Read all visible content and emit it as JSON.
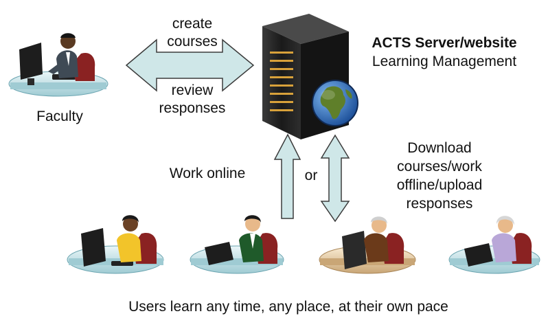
{
  "server": {
    "title": "ACTS Server/website",
    "subtitle": "Learning Management"
  },
  "faculty": {
    "label": "Faculty"
  },
  "faculty_arrow": {
    "top_line1": "create",
    "top_line2": "courses",
    "bottom_line1": "review",
    "bottom_line2": "responses"
  },
  "work_online": {
    "label": "Work online"
  },
  "or_label": "or",
  "download": {
    "line1": "Download",
    "line2": "courses/work",
    "line3": "offline/upload",
    "line4": "responses"
  },
  "caption": "Users learn any time, any place, at their own pace",
  "colors": {
    "arrow_fill": "#cfe7e8",
    "arrow_stroke": "#3b3b3b",
    "desk_top": "#cfe9ee",
    "desk_wood": "#f0d9b5",
    "server_body": "#1f1f1f",
    "globe_ocean": "#2a6fc0",
    "globe_land": "#5f7f2a"
  },
  "icons": [
    "server-icon",
    "globe-icon",
    "faculty-computer-icon",
    "user-computer-icon"
  ]
}
